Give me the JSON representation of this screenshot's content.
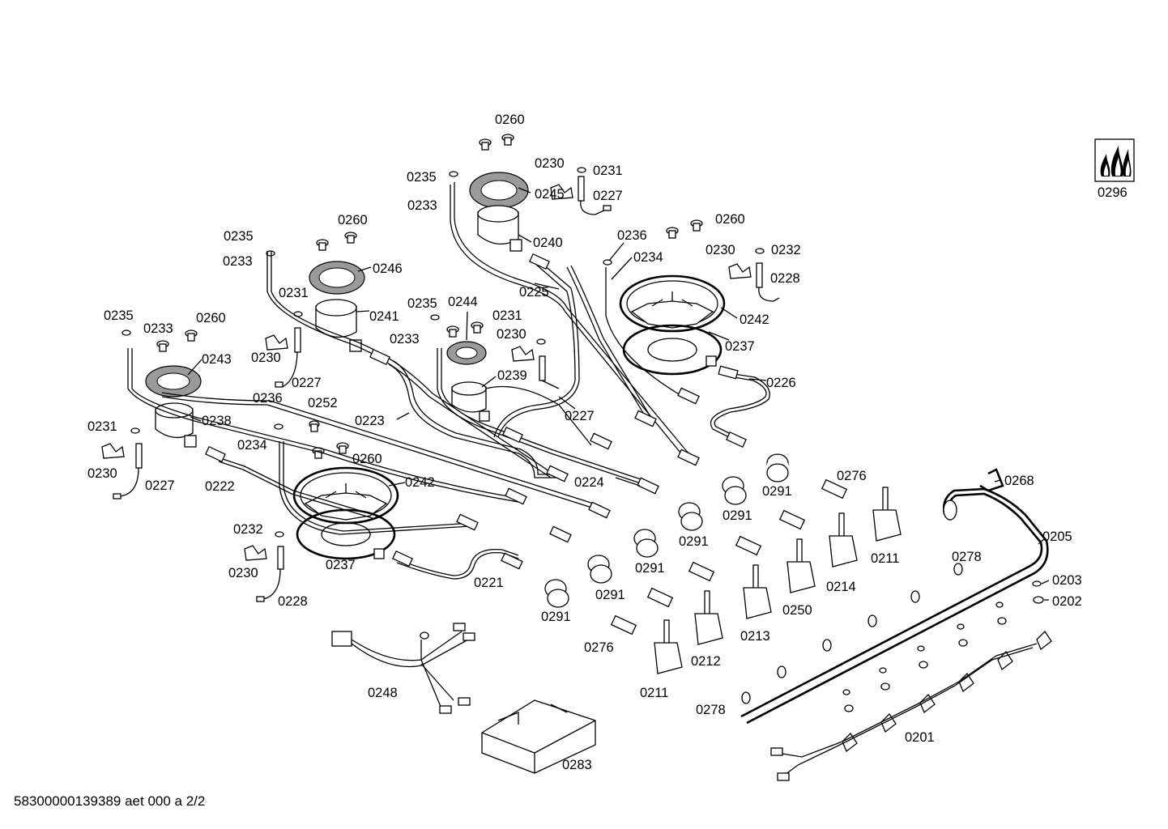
{
  "diagram": {
    "footer": "58300000139389 aet 000 a 2/2",
    "labels": [
      "0260",
      "0230",
      "0231",
      "0235",
      "0233",
      "0227",
      "0245",
      "0240",
      "0225",
      "0236",
      "0234",
      "0260",
      "0230",
      "0232",
      "0228",
      "0242",
      "0237",
      "0226",
      "0235",
      "0260",
      "0233",
      "0246",
      "0231",
      "0241",
      "0235",
      "0244",
      "0231",
      "0230",
      "0233",
      "0239",
      "0235",
      "0233",
      "0260",
      "0243",
      "0230",
      "0227",
      "0236",
      "0252",
      "0223",
      "0227",
      "0231",
      "0238",
      "0234",
      "0260",
      "0230",
      "0227",
      "0222",
      "0242",
      "0224",
      "0291",
      "0276",
      "0268",
      "0291",
      "0291",
      "0211",
      "0205",
      "0232",
      "0291",
      "0278",
      "0230",
      "0237",
      "0214",
      "0203",
      "0202",
      "0291",
      "0221",
      "0250",
      "0228",
      "0291",
      "0213",
      "0276",
      "0212",
      "0211",
      "0248",
      "0278",
      "0201",
      "0283",
      "0296"
    ],
    "logo_icon": "gas-flame-icon"
  }
}
